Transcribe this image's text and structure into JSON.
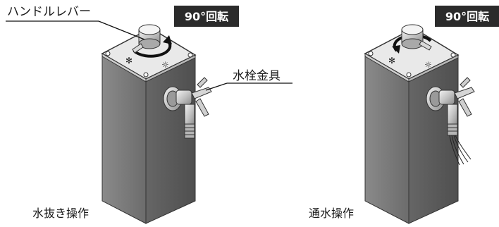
{
  "left_unit": {
    "badge": "90°回転",
    "callout_lever": "ハンドルレバー",
    "callout_faucet": "水栓金具",
    "caption": "水抜き操作"
  },
  "right_unit": {
    "badge": "90°回転",
    "caption": "通水操作"
  },
  "colors": {
    "pillar_front": "#777777",
    "pillar_side": "#5e5e5e",
    "top_plate": "#e9e9e9",
    "badge_bg": "#2b2b2b",
    "metal": "#bdbdbd"
  },
  "icons": [
    "rotation-arrow-icon",
    "drain-snowflake-icon",
    "sun-icon",
    "screw-icon"
  ]
}
